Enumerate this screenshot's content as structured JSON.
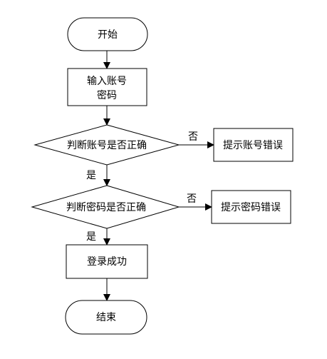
{
  "diagram": {
    "nodes": {
      "start": {
        "label": "开始"
      },
      "input": {
        "line1": "输入账号",
        "line2": "密码"
      },
      "check_account": {
        "label": "判断账号是否正确"
      },
      "account_error": {
        "label": "提示账号错误"
      },
      "check_password": {
        "label": "判断密码是否正确"
      },
      "password_error": {
        "label": "提示密码错误"
      },
      "login_success": {
        "label": "登录成功"
      },
      "end": {
        "label": "结束"
      }
    },
    "edges": {
      "account_no": "否",
      "account_yes": "是",
      "password_no": "否",
      "password_yes": "是"
    }
  },
  "colors": {
    "background": "#ffffff",
    "stroke": "#000000",
    "text": "#000000"
  }
}
